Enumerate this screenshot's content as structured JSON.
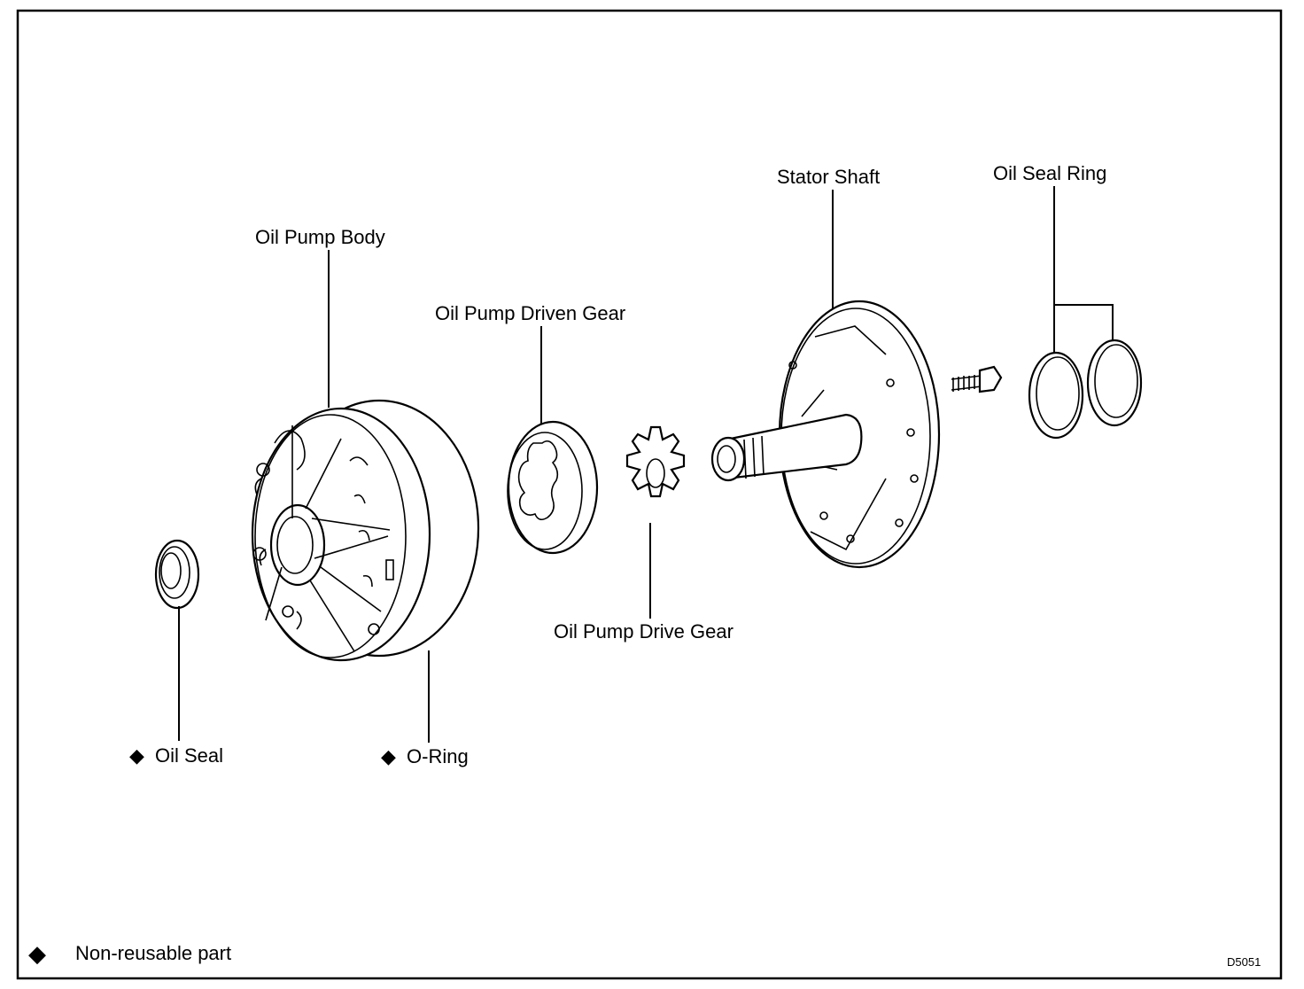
{
  "labels": {
    "oil_pump_body": "Oil Pump Body",
    "oil_pump_driven_gear": "Oil Pump Driven Gear",
    "stator_shaft": "Stator Shaft",
    "oil_seal_ring": "Oil Seal Ring",
    "oil_pump_drive_gear": "Oil Pump Drive Gear",
    "oil_seal": "Oil Seal",
    "o_ring": "O-Ring"
  },
  "legend": {
    "symbol": "◆",
    "text": "Non-reusable part"
  },
  "figure_code": "D5051"
}
